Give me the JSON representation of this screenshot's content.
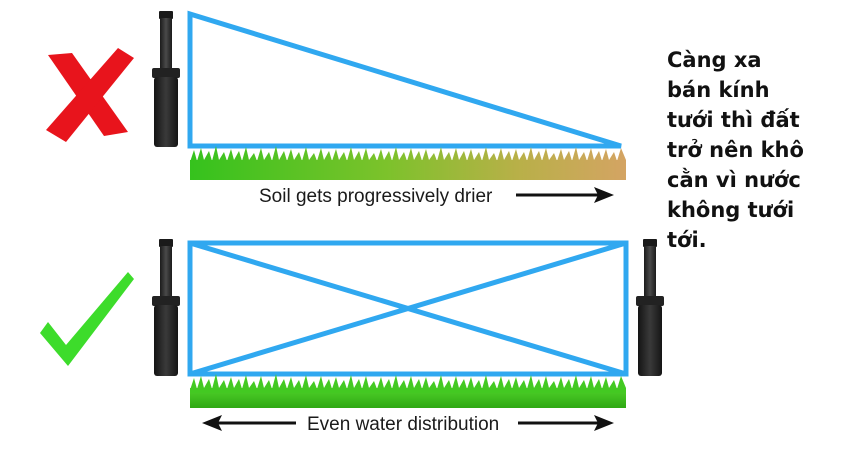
{
  "panels": {
    "top": {
      "verdict": "incorrect",
      "caption": "Soil gets progressively drier"
    },
    "bottom": {
      "verdict": "correct",
      "caption": "Even water distribution"
    }
  },
  "side_note": {
    "lines": [
      "Càng xa",
      "bán kính",
      "tưới thì đất",
      "trở nên khô",
      "cằn vì nước",
      "không tưới",
      "tới."
    ]
  },
  "colors": {
    "spray": "#30a8f0",
    "cross_mark": "#e8141c",
    "check_mark": "#3ddc2b",
    "grass": "#3dbf1f",
    "dry_soil": "#d4a463",
    "sprinkler_body": "#2b2b2b",
    "text": "#1a1a1a"
  },
  "icons": [
    "cross-mark-icon",
    "check-mark-icon",
    "sprinkler-head-icon",
    "arrow-right-icon",
    "arrow-left-icon"
  ]
}
